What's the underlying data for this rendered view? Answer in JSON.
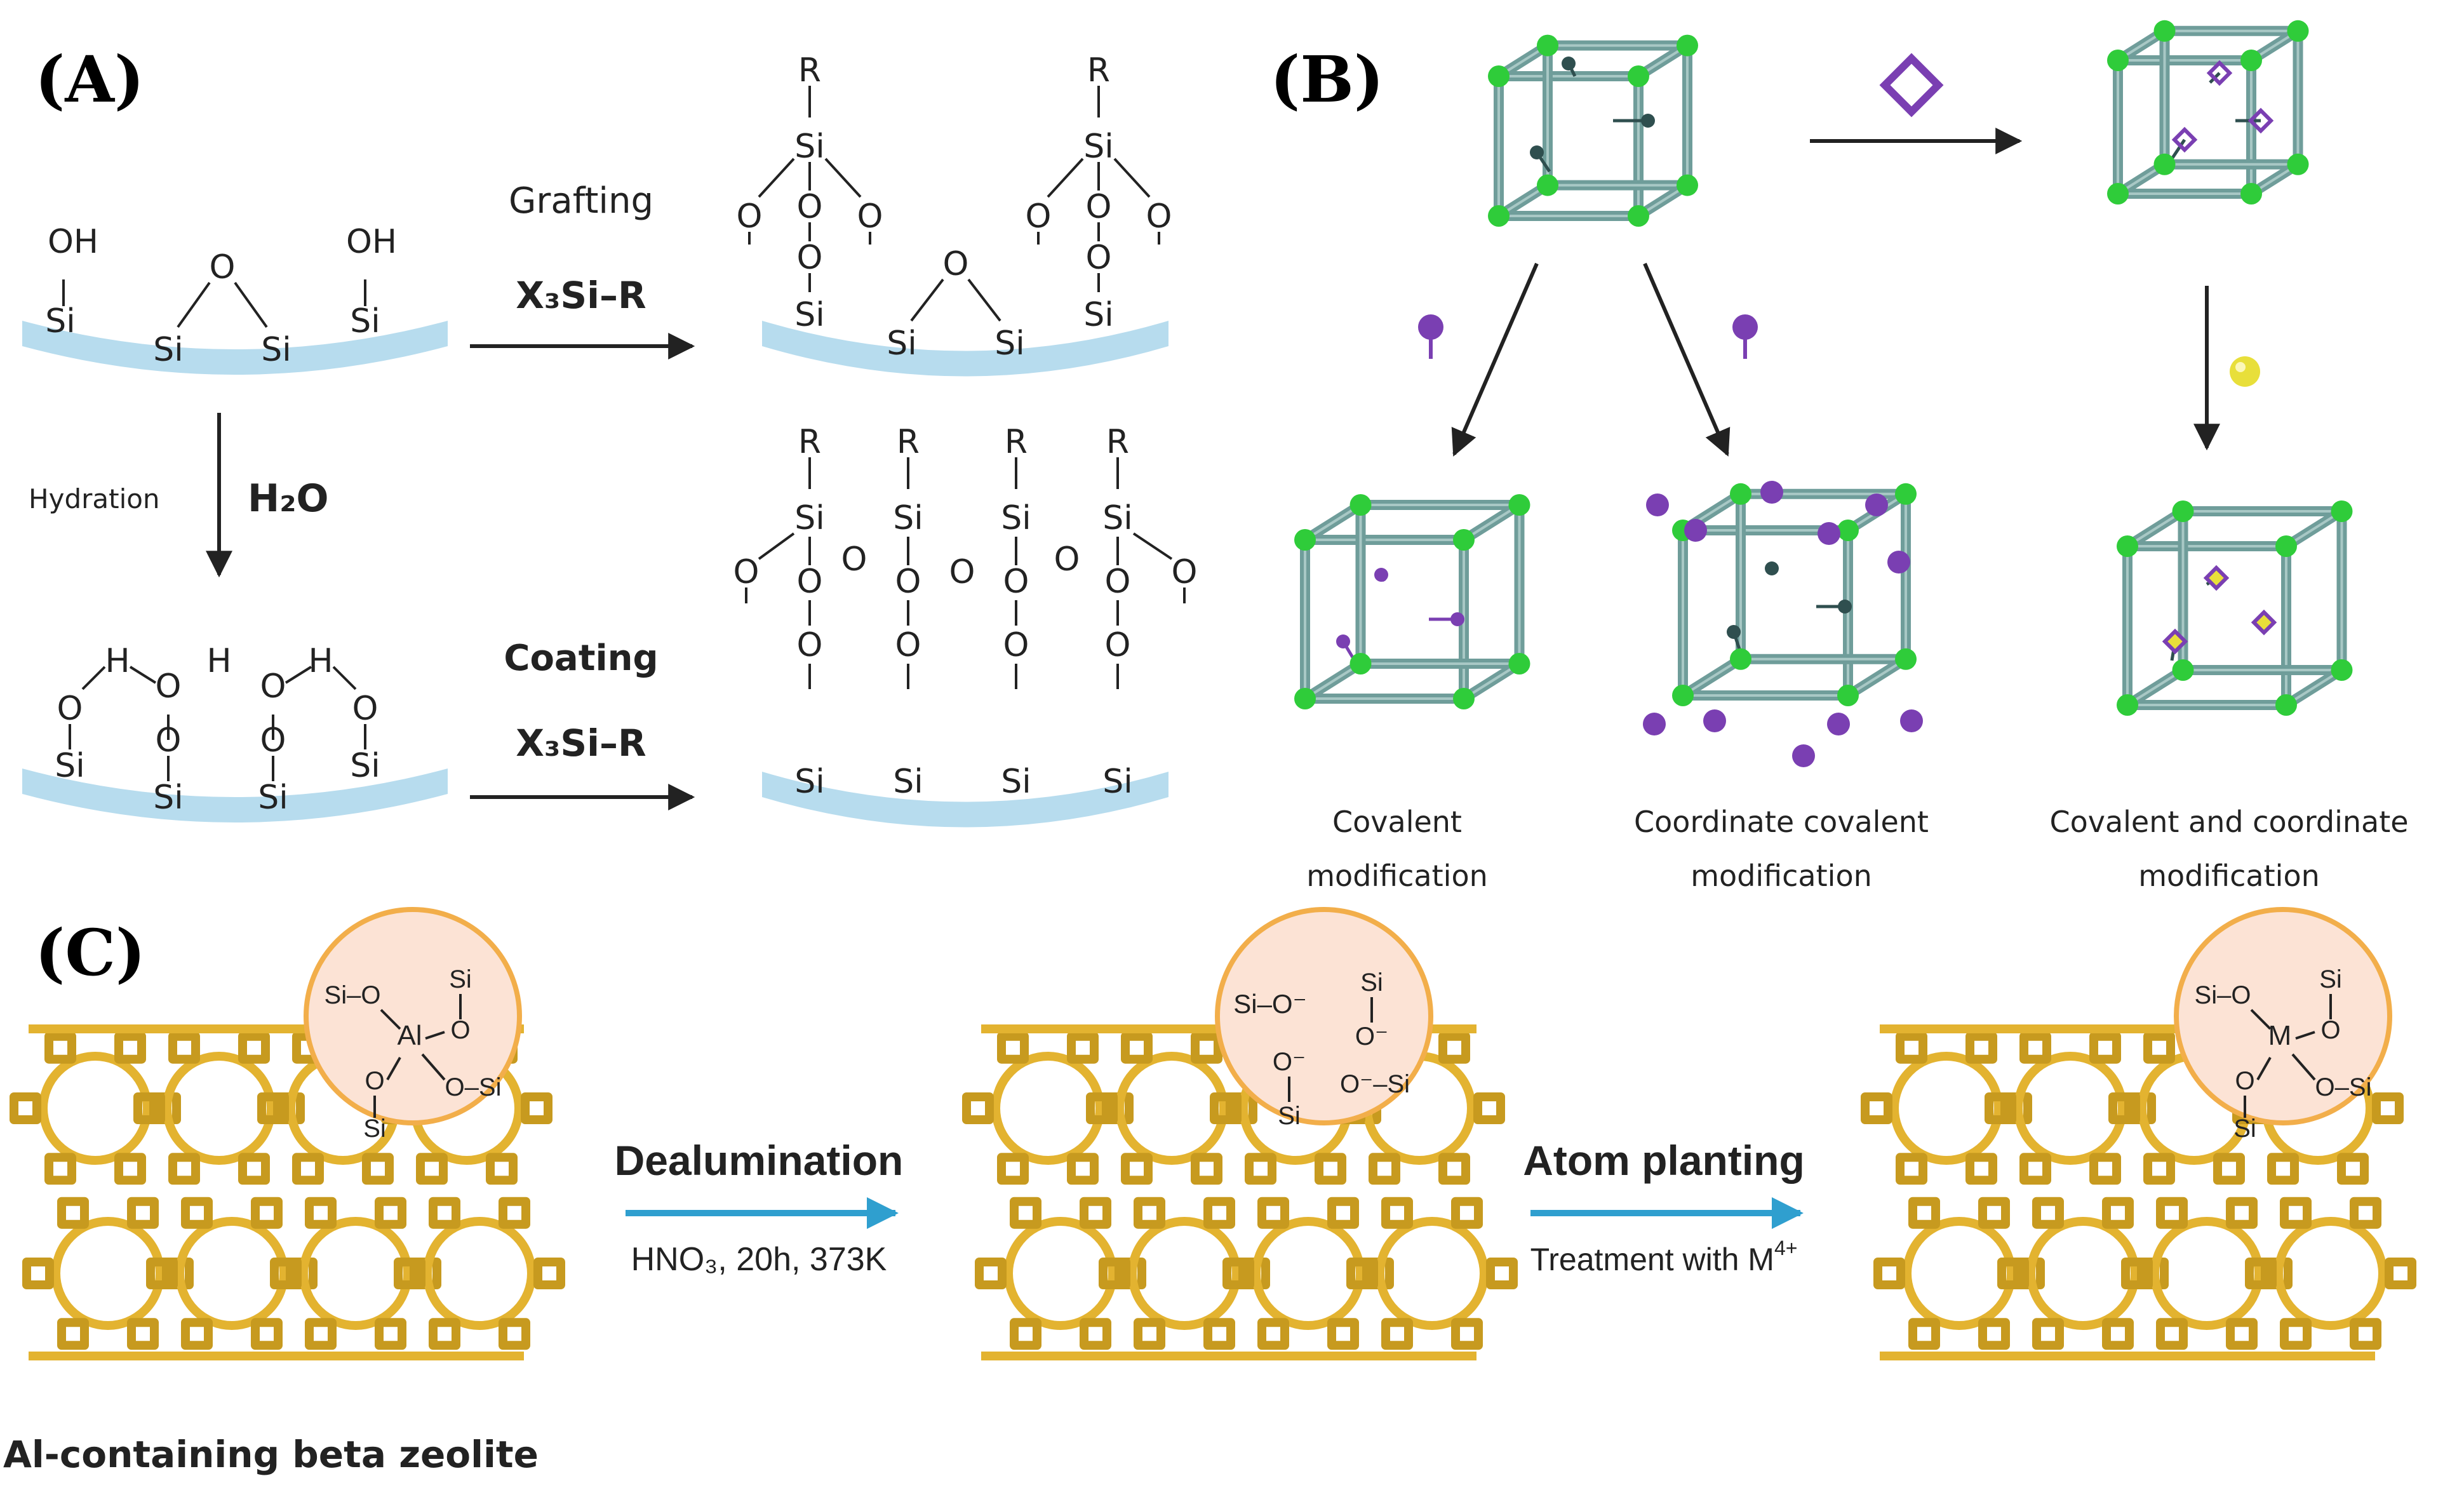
{
  "panels": {
    "a": {
      "label": "(A)",
      "grafting": "Grafting",
      "hydration": "Hydration",
      "coating": "Coating",
      "reagent_top": "X₃Si–R",
      "reagent_bottom": "X₃Si–R",
      "water": "H₂O",
      "atoms": {
        "si": "Si",
        "o": "O",
        "oh": "OH",
        "h": "H",
        "r": "R"
      }
    },
    "b": {
      "label": "(B)",
      "caption_left": [
        "Covalent",
        "modification"
      ],
      "caption_mid": [
        "Coordinate covalent",
        "modification"
      ],
      "caption_right": [
        "Covalent and coordinate",
        "modification"
      ]
    },
    "c": {
      "label": "(C)",
      "step1_title": "Dealumination",
      "step1_conditions": "HNO₃, 20h, 373K",
      "step2_title": "Atom planting",
      "step2_conditions_prefix": "Treatment with M",
      "step2_conditions_sup": "4+",
      "zeolite_label": "Al-containing beta zeolite",
      "center_metal_1": "Al",
      "center_metal_3": "M",
      "si": "Si",
      "o": "O"
    }
  },
  "colors": {
    "surface": "#b7dcee",
    "lattice": "#e3b330",
    "lattice_dark": "#c79a1f",
    "inset_fill": "#fce3d5",
    "inset_ring": "#f2ae4a",
    "cube_rod": "#6f9d9a",
    "cube_node": "#2fcc3a",
    "linker_purple": "#7a3fb2",
    "linker_dark": "#2f4f4f",
    "guest_yellow": "#e8df3a",
    "arrow_blue": "#2f9fcf"
  }
}
